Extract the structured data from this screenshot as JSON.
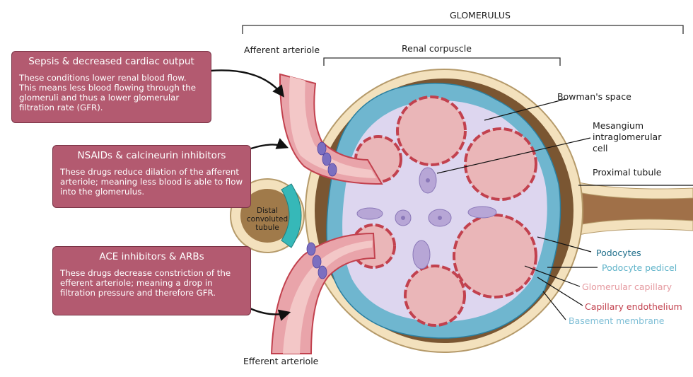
{
  "title": "GLOMERULUS",
  "labels": {
    "renal_corpuscle": "Renal corpuscle",
    "afferent_arteriole": "Afferent arteriole",
    "efferent_arteriole": "Efferent arteriole",
    "bowmans_space": "Bowman's space",
    "mesangium": [
      "Mesangium",
      "intraglomerular",
      "cell"
    ],
    "proximal_tubule": "Proximal tubule",
    "distal_tubule": [
      "Distal",
      "convoluted",
      "tubule"
    ],
    "podocytes": "Podocytes",
    "podocyte_pedicel": "Podocyte pedicel",
    "glomerular_capillary": "Glomerular capillary",
    "capillary_endothelium": "Capillary endothelium",
    "basement_membrane": "Basement membrane"
  },
  "boxes": [
    {
      "title": "Sepsis & decreased cardiac output",
      "body": "These conditions lower renal blood flow. This means less blood flowing through the glomeruli and thus a lower glomerular filtration rate (GFR)."
    },
    {
      "title": "NSAIDs & calcineurin inhibitors",
      "body": "These drugs reduce dilation of the afferent arteriole; meaning less blood is able to flow into the glomerulus."
    },
    {
      "title": "ACE inhibitors & ARBs",
      "body": "These drugs decrease constriction of the efferent arteriole; meaning a drop in filtration pressure and therefore GFR."
    }
  ],
  "colors": {
    "box_fill": "#b35a70",
    "podocytes": "#1f6f8b",
    "podocyte_pedicel": "#5fb3c9",
    "glomerular_capillary": "#e59aa0",
    "capillary_endothelium": "#c2414e",
    "basement_membrane": "#7fbfd6"
  }
}
